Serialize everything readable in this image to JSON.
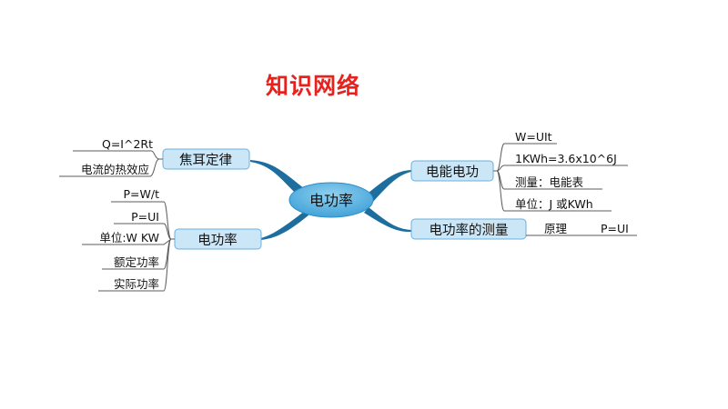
{
  "title": "知识网络",
  "center": "电功率",
  "branches": [
    {
      "label": "焦耳定律",
      "leaves": [
        "Q=I^2Rt",
        "电流的热效应"
      ]
    },
    {
      "label": "电功率",
      "leaves": [
        "P=W/t",
        "P=UI",
        "单位:W KW",
        "额定功率",
        "实际功率"
      ]
    },
    {
      "label": "电能电功",
      "leaves": [
        "W=UIt",
        "1KWh=3.6x10^6J",
        "测量：电能表",
        "单位：J 或KWh"
      ]
    },
    {
      "label": "电功率的测量",
      "leaves": [
        "原理",
        "P=UI"
      ]
    }
  ],
  "colors": {
    "center_fill": "#58b4e3",
    "branch_fill": "#cbe6f7",
    "link": "#1d6d9e",
    "line": "#5b5b5b",
    "title": "#e8211c"
  }
}
